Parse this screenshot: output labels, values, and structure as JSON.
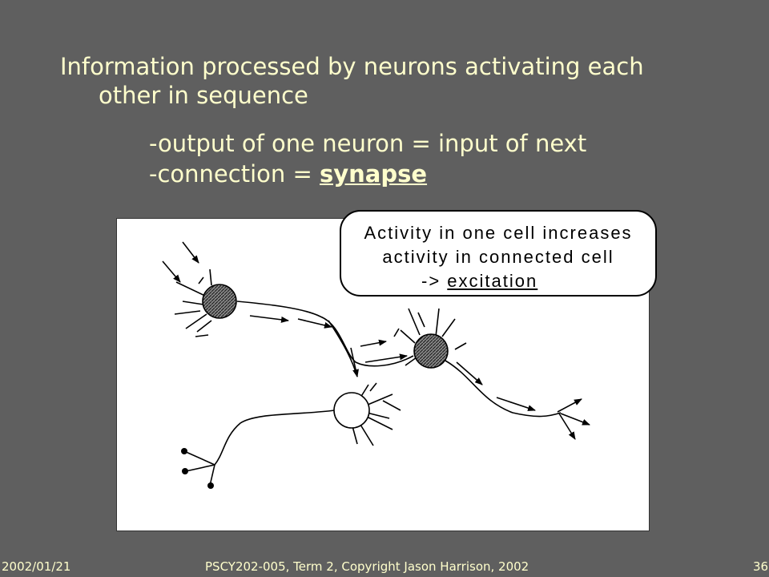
{
  "slide": {
    "heading_line1": "Information processed by neurons activating each",
    "heading_line2": "other in sequence",
    "bullet1": "-output of one neuron = input of next",
    "bullet2_prefix": "-connection = ",
    "bullet2_term": "synapse"
  },
  "figure": {
    "callout_line1": "Activity in one cell increases",
    "callout_line2": "activity in connected cell",
    "callout_arrow": "-> ",
    "callout_keyword": "excitation"
  },
  "footer": {
    "date": "2002/01/21",
    "course": "PSCY202-005, Term 2, Copyright Jason Harrison, 2002",
    "page": "36"
  }
}
